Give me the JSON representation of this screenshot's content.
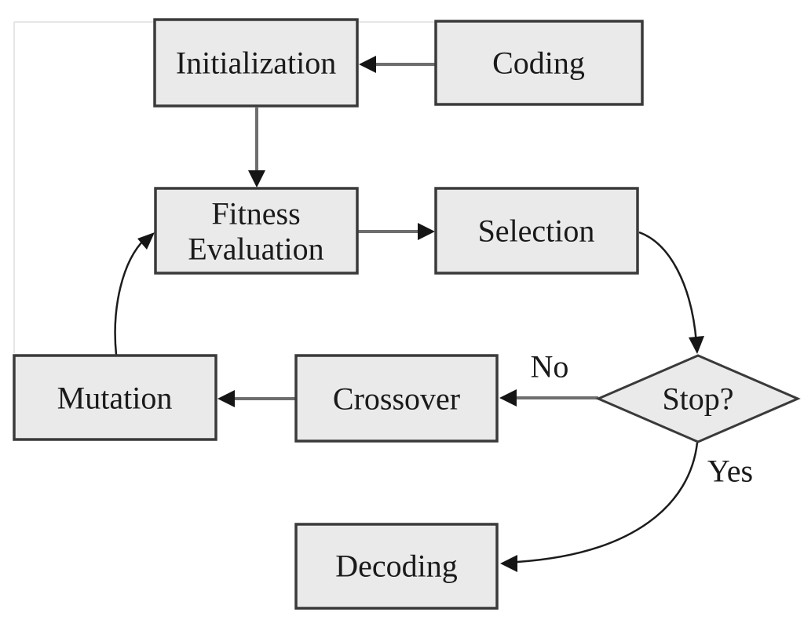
{
  "figure": {
    "type": "flowchart",
    "description": "Genetic algorithm process flow diagram"
  },
  "nodes": {
    "initialization": {
      "label": "Initialization",
      "shape": "rect"
    },
    "coding": {
      "label": "Coding",
      "shape": "rect"
    },
    "fitness_evaluation": {
      "line1": "Fitness",
      "line2": "Evaluation",
      "shape": "rect"
    },
    "selection": {
      "label": "Selection",
      "shape": "rect"
    },
    "stop": {
      "label": "Stop?",
      "shape": "diamond"
    },
    "mutation": {
      "label": "Mutation",
      "shape": "rect"
    },
    "crossover": {
      "label": "Crossover",
      "shape": "rect"
    },
    "decoding": {
      "label": "Decoding",
      "shape": "rect"
    }
  },
  "edges": [
    {
      "from": "Coding",
      "to": "Initialization",
      "label": ""
    },
    {
      "from": "Initialization",
      "to": "Fitness Evaluation",
      "label": ""
    },
    {
      "from": "Fitness Evaluation",
      "to": "Selection",
      "label": ""
    },
    {
      "from": "Selection",
      "to": "Stop?",
      "label": ""
    },
    {
      "from": "Stop?",
      "to": "Crossover",
      "label": "No"
    },
    {
      "from": "Crossover",
      "to": "Mutation",
      "label": ""
    },
    {
      "from": "Mutation",
      "to": "Fitness Evaluation",
      "label": ""
    },
    {
      "from": "Stop?",
      "to": "Decoding",
      "label": "Yes"
    }
  ],
  "colors": {
    "background": "#ffffff",
    "node_fill": "#eaeaea",
    "node_border": "#3a3a3a",
    "connector": "#6e6e6e",
    "curve": "#1c1c1c",
    "arrowhead": "#151515",
    "text": "#1a1a1a",
    "artifact": "#dedede"
  }
}
